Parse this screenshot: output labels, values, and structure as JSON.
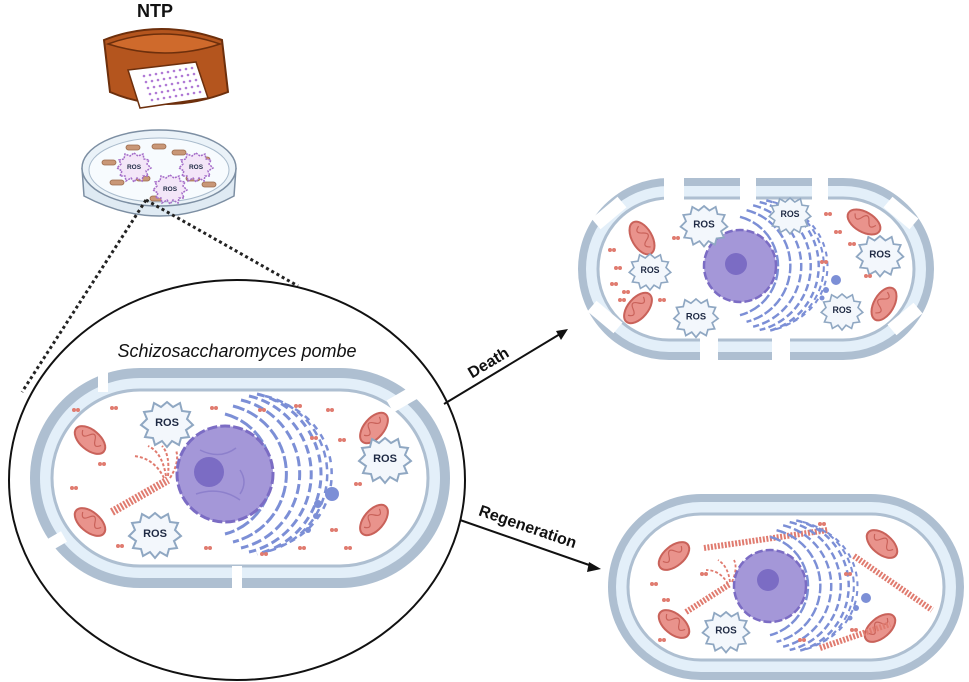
{
  "title": "NTP",
  "organism": "Schizosaccharomyces pombe",
  "outcomes": {
    "death": "Death",
    "regeneration": "Regeneration"
  },
  "ros_label": "ROS",
  "colors": {
    "device_body": "#b4551e",
    "device_dark": "#8a3e12",
    "plasma_pattern": "#b07ad6",
    "cell_wall": "#aebfd1",
    "cell_inner": "#e3eff9",
    "cytoplasm": "#ffffff",
    "mitochondria": "#e9938c",
    "mito_stroke": "#c9625a",
    "nucleus": "#a497d8",
    "nucleus_dark": "#7b6cc4",
    "er": "#7c8fd6",
    "actin": "#e07b6f",
    "ros_fill": "#f3f7fc",
    "ros_stroke": "#8fa7c2",
    "arrow": "#111111"
  }
}
